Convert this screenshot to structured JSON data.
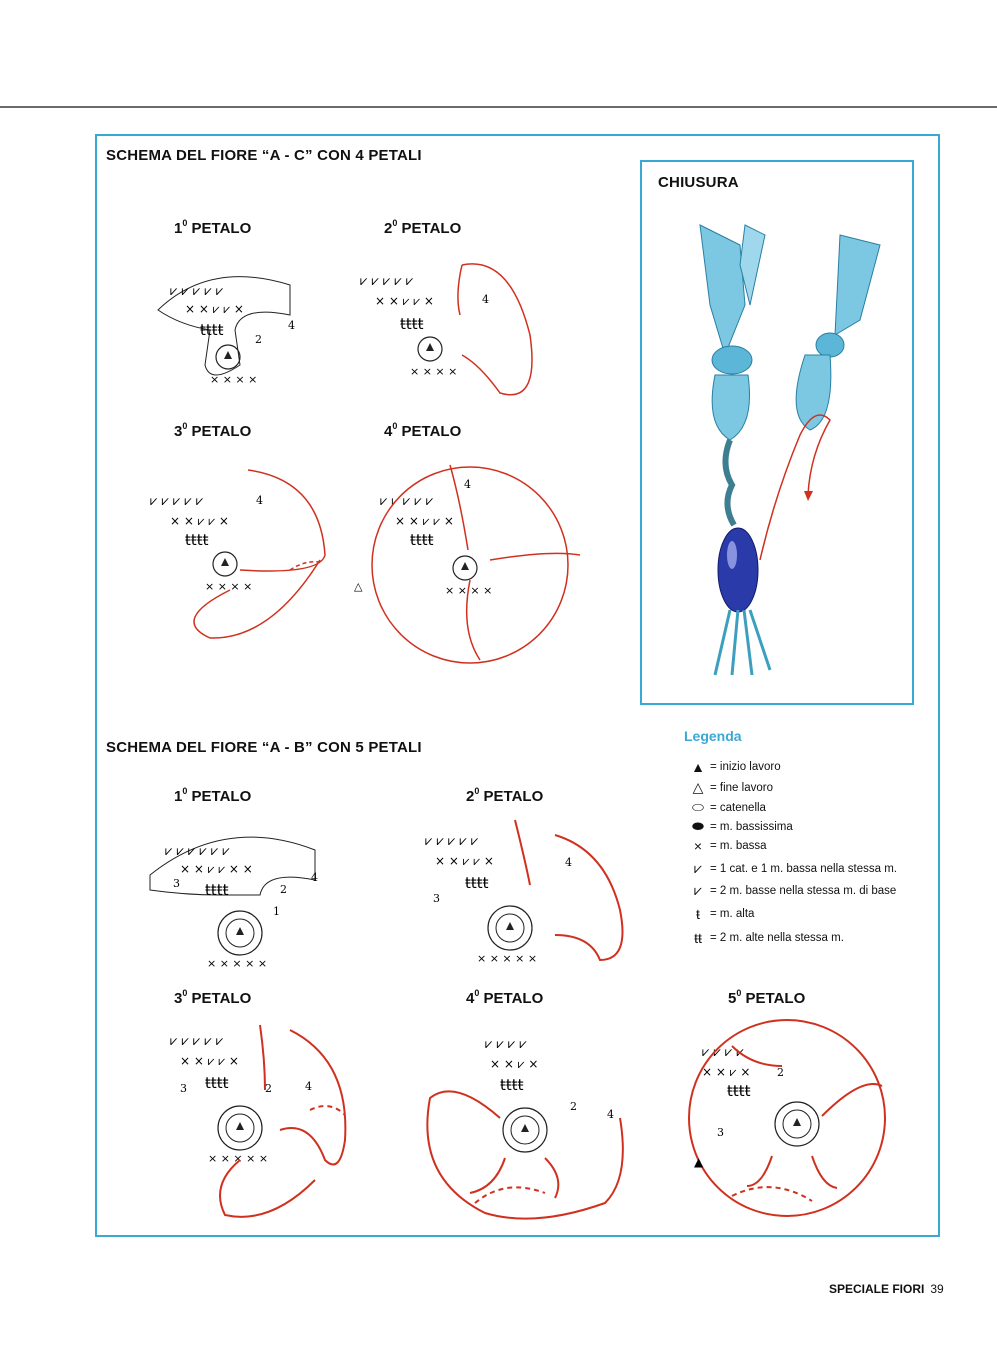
{
  "section1": {
    "title": "SCHEMA DEL FIORE “A - C” CON 4 PETALI",
    "petals": [
      {
        "num": "1",
        "sup": "0",
        "label": "PETALO"
      },
      {
        "num": "2",
        "sup": "0",
        "label": "PETALO"
      },
      {
        "num": "3",
        "sup": "0",
        "label": "PETALO"
      },
      {
        "num": "4",
        "sup": "0",
        "label": "PETALO"
      }
    ]
  },
  "closure": {
    "title": "CHIUSURA"
  },
  "section2": {
    "title": "SCHEMA DEL FIORE “A - B” CON 5 PETALI",
    "petals": [
      {
        "num": "1",
        "sup": "0",
        "label": "PETALO"
      },
      {
        "num": "2",
        "sup": "0",
        "label": "PETALO"
      },
      {
        "num": "3",
        "sup": "0",
        "label": "PETALO"
      },
      {
        "num": "4",
        "sup": "0",
        "label": "PETALO"
      },
      {
        "num": "5",
        "sup": "0",
        "label": "PETALO"
      }
    ]
  },
  "legend": {
    "title": "Legenda",
    "items": [
      {
        "icon": "start-arrow-icon",
        "glyph": "▲",
        "text": "= inizio lavoro"
      },
      {
        "icon": "end-arrow-icon",
        "glyph": "△",
        "text": "= fine lavoro"
      },
      {
        "icon": "chain-oval-icon",
        "glyph": "⬭",
        "text": "= catenella"
      },
      {
        "icon": "slip-stitch-icon",
        "glyph": "⬬",
        "text": "= m. bassissima"
      },
      {
        "icon": "single-crochet-icon",
        "glyph": "×",
        "text": "= m. bassa"
      },
      {
        "icon": "chain-single-crochet-icon",
        "glyph": "⩗",
        "text": "= 1 cat. e 1 m. bassa nella stessa m."
      },
      {
        "icon": "two-single-crochet-icon",
        "glyph": "⩗",
        "text": "= 2  m. basse nella stessa m. di base"
      },
      {
        "icon": "double-crochet-icon",
        "glyph": "ŧ",
        "text": "= m. alta"
      },
      {
        "icon": "two-double-crochet-icon",
        "glyph": "ŧŧ",
        "text": "= 2 m. alte nella stessa m."
      }
    ]
  },
  "diagram_labels": {
    "n1": "1",
    "n2": "2",
    "n3": "3",
    "n4": "4"
  },
  "colors": {
    "accent": "#39a9d4",
    "red": "#d0311f",
    "ribbon": "#7cc8e2",
    "bead": "#2a3aa8"
  },
  "footer": {
    "section": "SPECIALE FIORI",
    "page": "39"
  }
}
